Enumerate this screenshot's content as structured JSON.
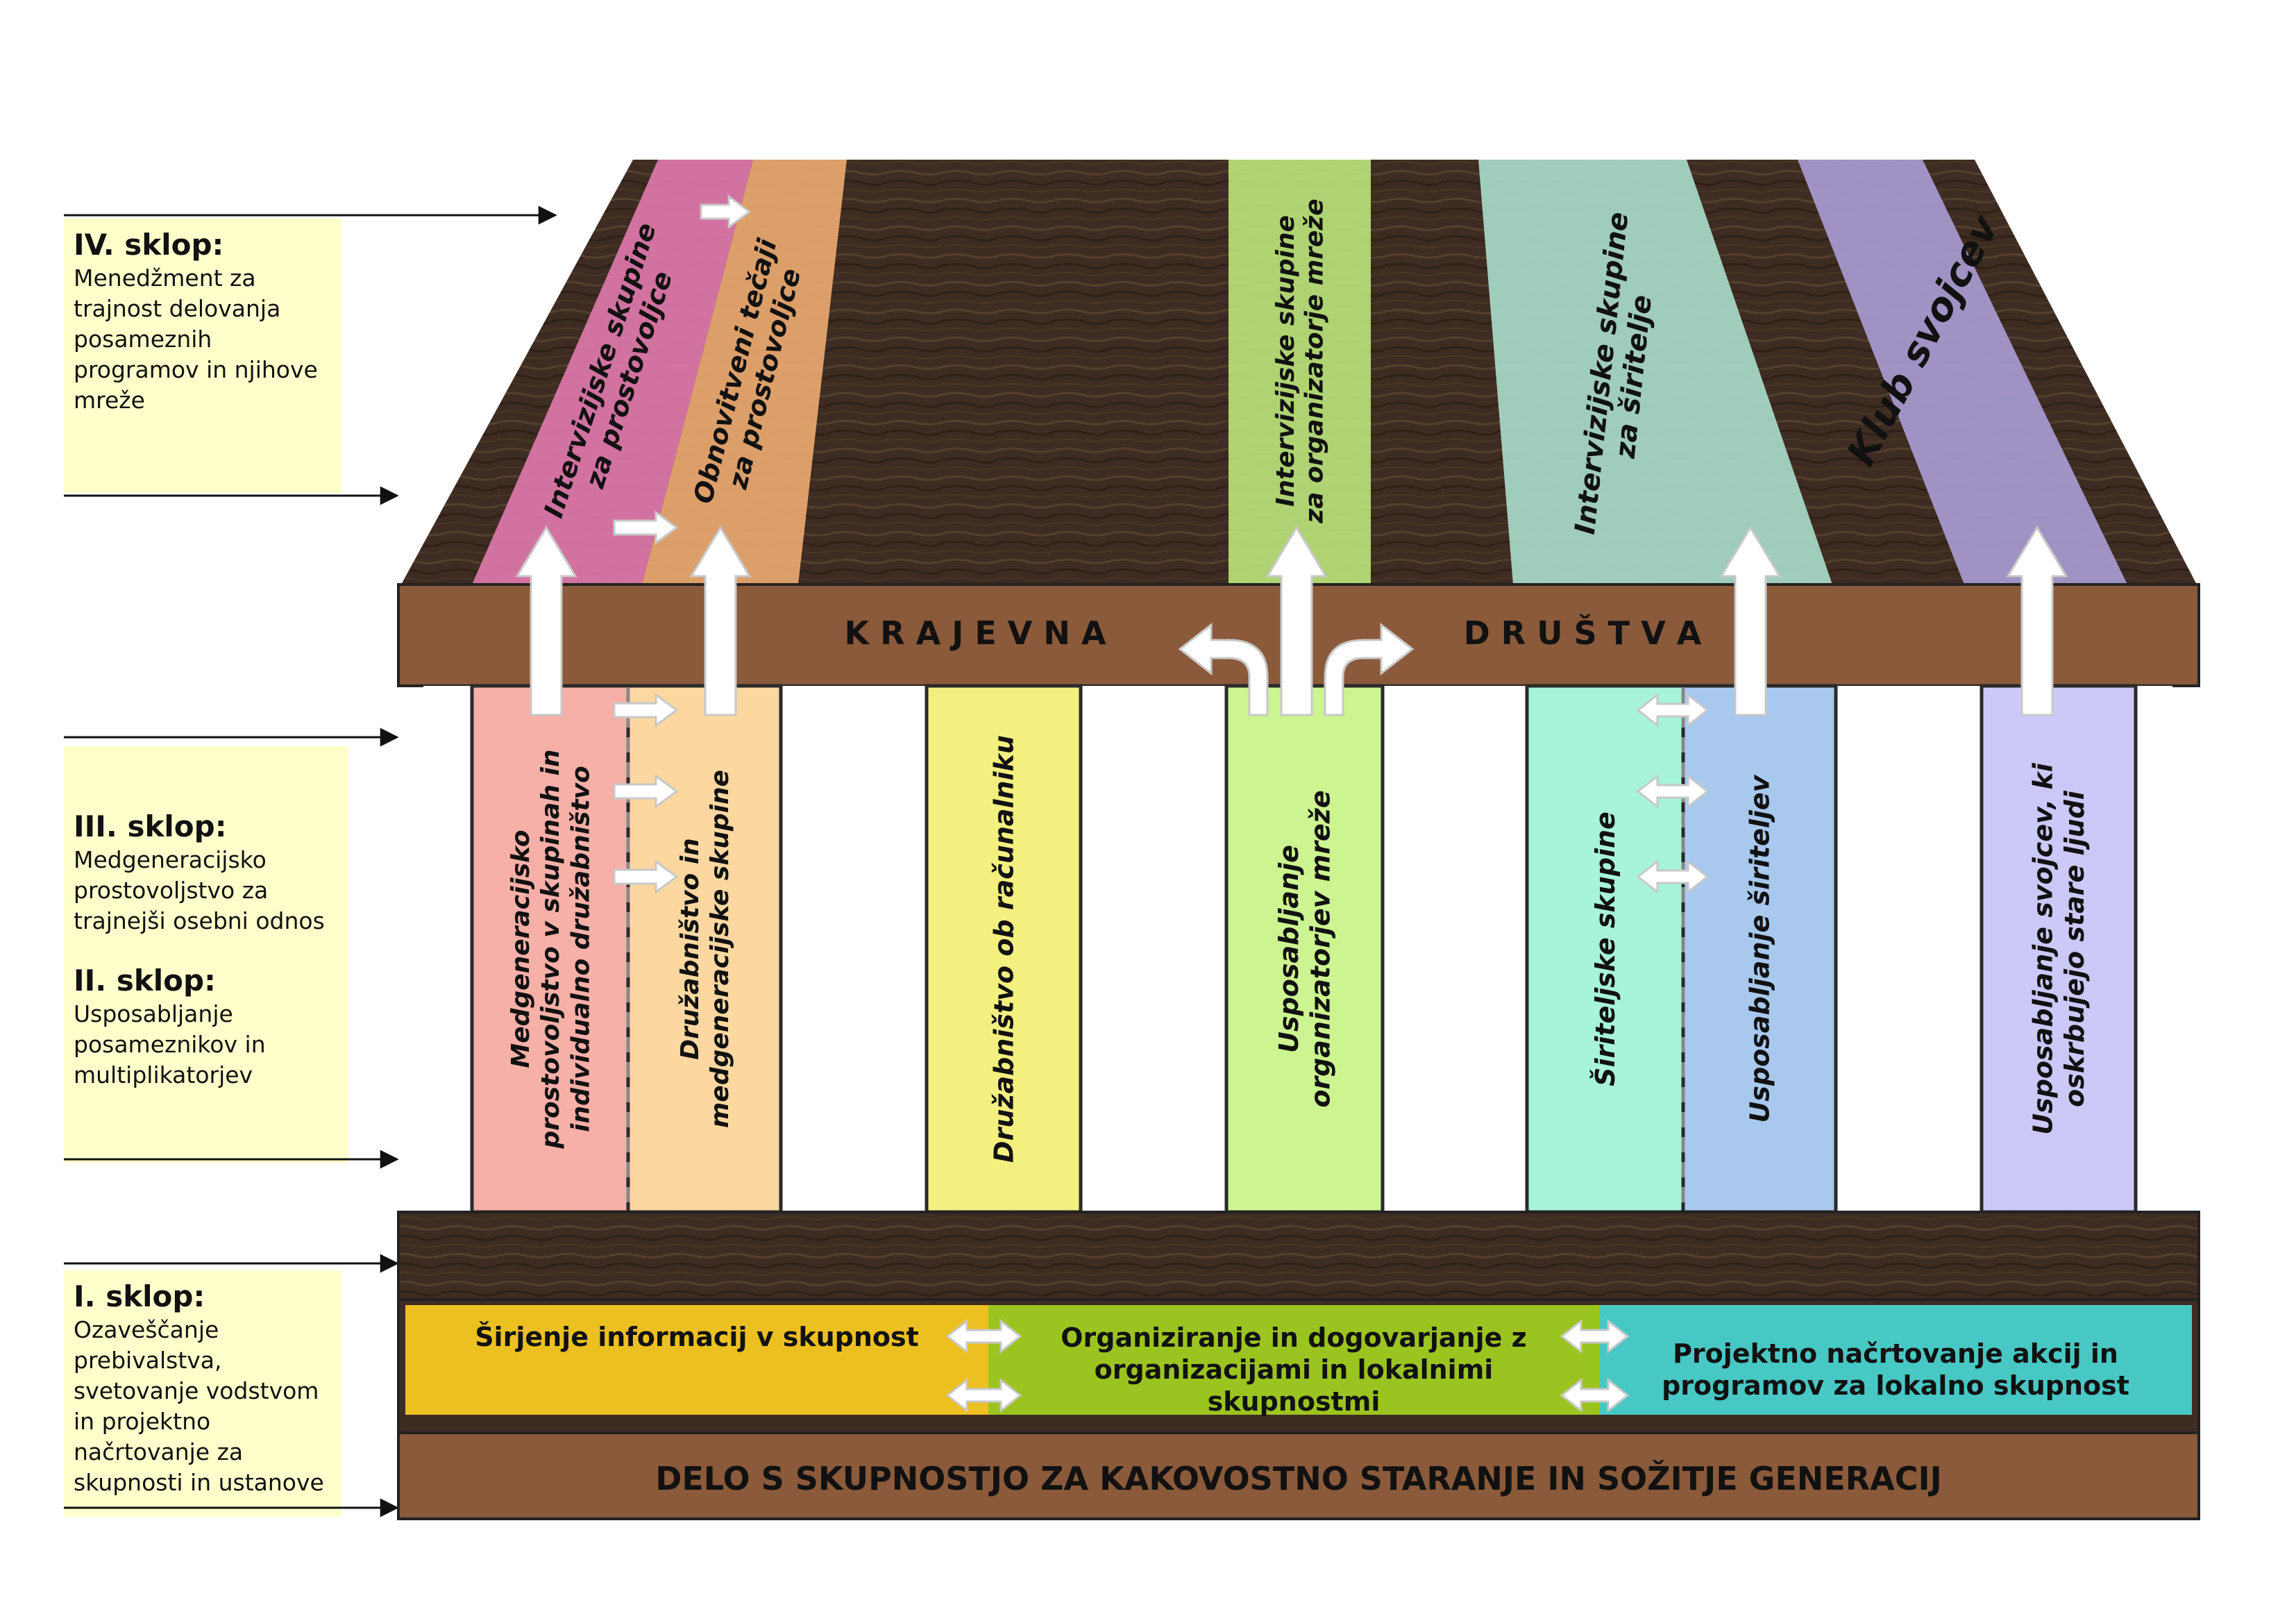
{
  "sidebar": {
    "block4": {
      "title": "IV. sklop:",
      "lines": [
        "Menedžment za",
        "trajnost delovanja",
        "posameznih",
        "programov in njihove",
        "mreže"
      ]
    },
    "block3": {
      "title": "III. sklop:",
      "lines": [
        "Medgeneracijsko",
        "prostovoljstvo za",
        "trajnejši osebni odnos"
      ]
    },
    "block2": {
      "title": "II. sklop:",
      "lines": [
        "Usposabljanje",
        "posameznikov in",
        "multiplikatorjev"
      ]
    },
    "block1": {
      "title": "I. sklop:",
      "lines": [
        "Ozaveščanje",
        "prebivalstva,",
        "svetovanje vodstvom",
        "in projektno",
        "načrtovanje za",
        "skupnosti in ustanove"
      ]
    }
  },
  "roof": {
    "strips": [
      {
        "lines": [
          "Intervizijske skupine",
          "za prostovoljce"
        ],
        "color": "#dd77aa"
      },
      {
        "lines": [
          "Obnovitveni tečaji",
          "za prostovoljce"
        ],
        "color": "#e8a870"
      },
      {
        "lines": [
          "Intervizijske skupine",
          "za organizatorje mreže"
        ],
        "color": "#b8e07a"
      },
      {
        "lines": [
          "Intervizijske skupine",
          "za širitelje"
        ],
        "color": "#a8d8c8"
      },
      {
        "lines": [
          "Klub svojcev"
        ],
        "color": "#a89ad0"
      }
    ],
    "wood_color": "#3b2a20"
  },
  "beam": {
    "left": "K R A J E V N A",
    "right": "D R U Š T V A",
    "color": "#8a5a3a"
  },
  "columns": [
    {
      "lines": [
        "Medgeneracijsko",
        "prostovoljstvo v skupinah in",
        "individualno družabništvo"
      ],
      "color": "#f6b0a8"
    },
    {
      "lines": [
        "Družabništvo in",
        "medgeneracijske skupine"
      ],
      "color": "#fcd8a0"
    },
    {
      "lines": [
        "Družabništvo ob računalniku"
      ],
      "color": "#f4f080"
    },
    {
      "lines": [
        "Usposabljanje",
        "organizatorjev mreže"
      ],
      "color": "#ccf490"
    },
    {
      "lines": [
        "Širiteljske skupine"
      ],
      "color": "#a8f4d8"
    },
    {
      "lines": [
        "Usposabljanje širiteljev"
      ],
      "color": "#a8c8ee"
    },
    {
      "lines": [
        "Usposabljanje svojcev, ki",
        "oskrbujejo stare ljudi"
      ],
      "color": "#ccc8f8"
    }
  ],
  "base": {
    "boxes": [
      {
        "lines": [
          "Širjenje informacij v skupnost"
        ],
        "color": "#ecc020"
      },
      {
        "lines": [
          "Organiziranje in dogovarjanje z",
          "organizacijami in lokalnimi",
          "skupnostmi"
        ],
        "color": "#9cc420"
      },
      {
        "lines": [
          "Projektno načrtovanje akcij in",
          "programov za lokalno skupnost"
        ],
        "color": "#48c8c4"
      }
    ],
    "foundation": "DELO S SKUPNOSTJO ZA KAKOVOSTNO STARANJE IN SOŽITJE GENERACIJ",
    "foundation_color": "#8a5a3a"
  }
}
